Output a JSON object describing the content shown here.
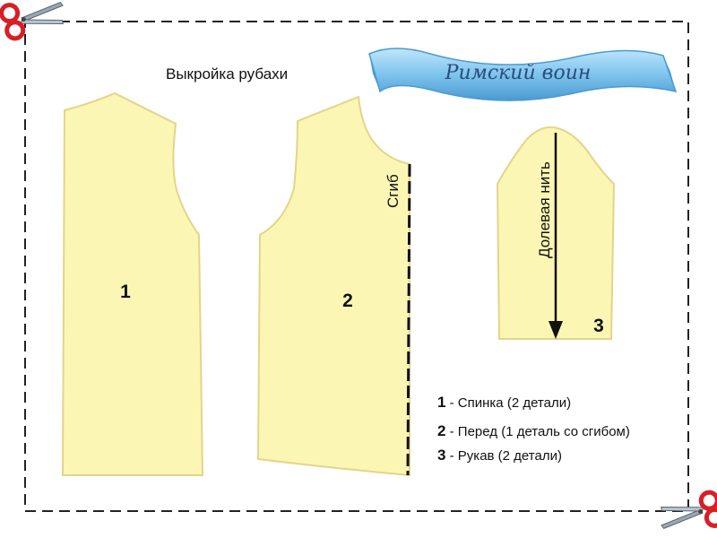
{
  "title": "Выкройка рубахи",
  "banner": "Римский воин",
  "pieces": [
    {
      "number": "1"
    },
    {
      "number": "2",
      "fold_label": "Сгиб"
    },
    {
      "number": "3",
      "grain_label": "Долевая нить"
    }
  ],
  "legend": [
    {
      "number": "1",
      "text": " - Спинка (2 детали)"
    },
    {
      "number": "2",
      "text": " - Перед (1 деталь со сгибом)"
    },
    {
      "number": "3",
      "text": " - Рукав (2 детали)"
    }
  ],
  "colors": {
    "piece_fill": "#fbf6b4",
    "piece_stroke": "#e2d58a",
    "border": "#222222",
    "ribbon": "#7ec4ee",
    "ribbon_dark": "#4a9ad0",
    "scissors_handle": "#d61f26",
    "scissors_blade": "#9aa7b3"
  },
  "icons": [
    "scissors-icon"
  ]
}
